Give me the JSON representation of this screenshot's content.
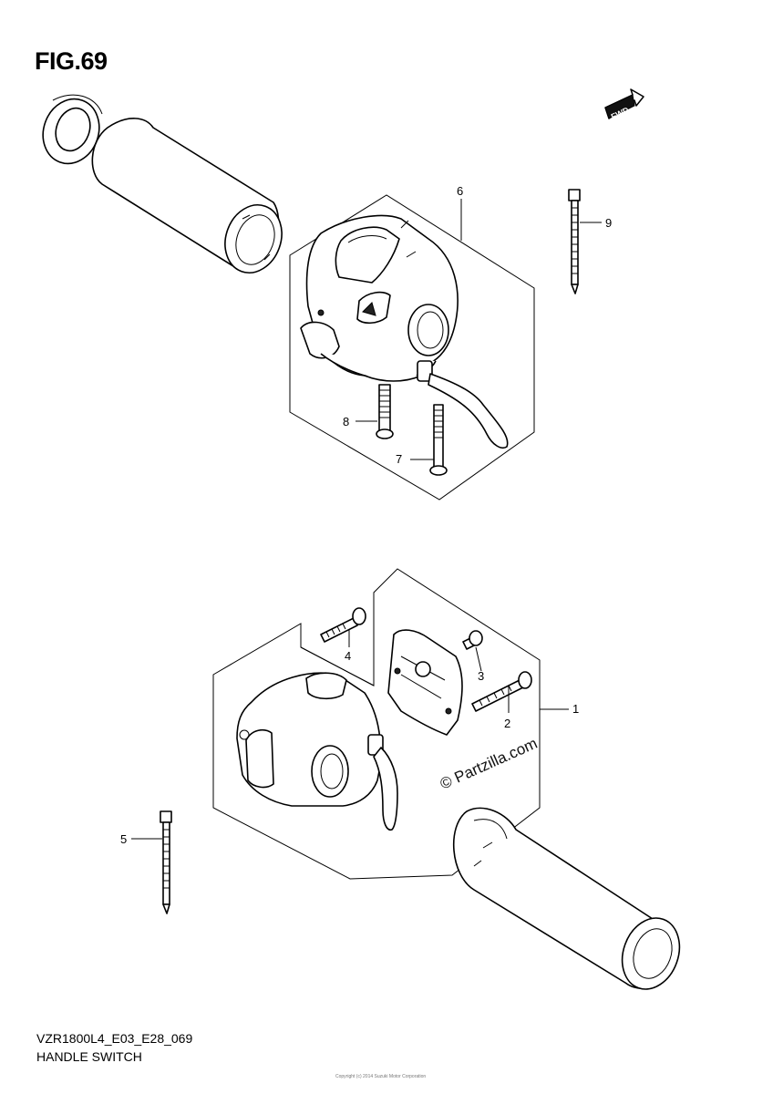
{
  "figure": {
    "title": "FIG.69",
    "model_code": "VZR1800L4_E03_E28_069",
    "part_name": "HANDLE SWITCH",
    "footer_fine_print": "Copyright (c) 2014 Suzuki Motor Corporation"
  },
  "fwd_badge": {
    "label": "FWD"
  },
  "watermark": {
    "text": "© Partzilla.com"
  },
  "callouts": {
    "c1": "1",
    "c2": "2",
    "c3": "3",
    "c4": "4",
    "c5": "5",
    "c6": "6",
    "c7": "7",
    "c8": "8",
    "c9": "9"
  }
}
